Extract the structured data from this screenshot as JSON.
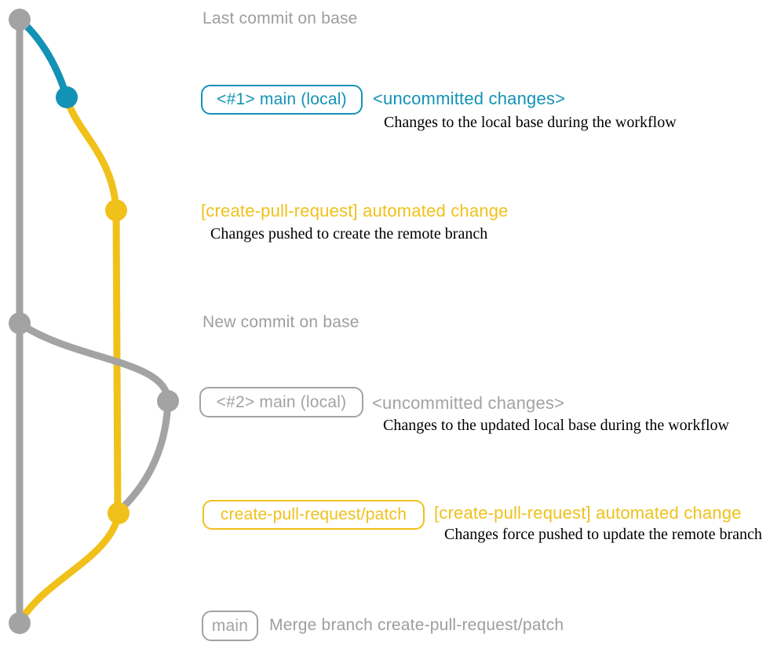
{
  "colors": {
    "blue": "#1292b5",
    "yellow": "#f0c11b",
    "gray": "#a3a3a3",
    "caption_gray": "#9e9e9e",
    "note_black": "#000000",
    "background": "#ffffff"
  },
  "captions": {
    "last_commit": "Last commit on base",
    "new_commit": "New commit on base",
    "merge": "Merge branch create-pull-request/patch"
  },
  "rows": {
    "row1": {
      "pill": "<#1> main (local)",
      "heading": "<uncommitted changes>",
      "description": "Changes to the local base during the workflow"
    },
    "row2": {
      "heading": "[create-pull-request] automated change",
      "description": "Changes pushed to create the remote branch"
    },
    "row3": {
      "pill": "<#2> main (local)",
      "heading": "<uncommitted changes>",
      "description": "Changes to the updated local base during the workflow"
    },
    "row4": {
      "pill": "create-pull-request/patch",
      "heading": "[create-pull-request] automated change",
      "description": "Changes force pushed to update the remote branch"
    },
    "row5": {
      "pill": "main"
    }
  },
  "graph": {
    "type": "git-commit-graph",
    "branches": [
      {
        "name": "base",
        "color": "gray"
      },
      {
        "name": "main (local)",
        "color": "blue"
      },
      {
        "name": "create-pull-request/patch",
        "color": "yellow"
      }
    ],
    "commits": [
      {
        "id": "base-1",
        "branch": "base",
        "color": "gray",
        "label": "Last commit on base"
      },
      {
        "id": "local-main-1",
        "branch": "main (local)",
        "color": "blue",
        "label": "<#1> main (local) <uncommitted changes>"
      },
      {
        "id": "patch-1",
        "branch": "create-pull-request/patch",
        "color": "yellow",
        "label": "[create-pull-request] automated change"
      },
      {
        "id": "base-2",
        "branch": "base",
        "color": "gray",
        "label": "New commit on base"
      },
      {
        "id": "local-main-2",
        "branch": "main (local)",
        "color": "gray",
        "label": "<#2> main (local) <uncommitted changes>"
      },
      {
        "id": "patch-2",
        "branch": "create-pull-request/patch",
        "color": "yellow",
        "label": "create-pull-request/patch [create-pull-request] automated change"
      },
      {
        "id": "merge",
        "branch": "base",
        "color": "gray",
        "label": "main Merge branch create-pull-request/patch"
      }
    ],
    "edges": [
      {
        "from": "base-1",
        "to": "merge",
        "color": "gray"
      },
      {
        "from": "base-1",
        "to": "local-main-1",
        "color": "blue"
      },
      {
        "from": "local-main-1",
        "to": "patch-1",
        "color": "yellow"
      },
      {
        "from": "patch-1",
        "to": "patch-2",
        "color": "yellow"
      },
      {
        "from": "base-2",
        "to": "local-main-2",
        "color": "gray"
      },
      {
        "from": "local-main-2",
        "to": "patch-2",
        "color": "gray"
      },
      {
        "from": "patch-2",
        "to": "merge",
        "color": "yellow"
      }
    ]
  }
}
